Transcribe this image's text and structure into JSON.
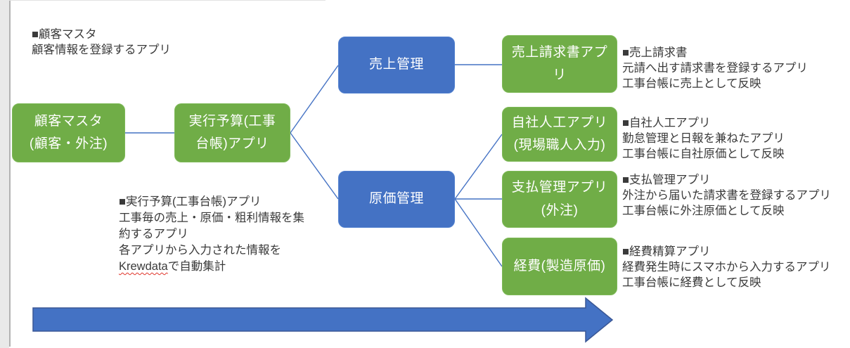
{
  "diagram_title": "kintone construction apps relationship diagram",
  "colors": {
    "node_green": "#70ad47",
    "node_blue": "#4472c4",
    "connector_blue": "#4472c4",
    "arrow_fill": "#4472c4",
    "arrow_border": "#3a5795",
    "note_text": "#3a3a3a",
    "spellcheck_underline": "#e0352b"
  },
  "nodes": {
    "customer_master": {
      "label": "顧客マスタ\n(顧客・外注)"
    },
    "budget_app": {
      "label": "実行予算(工事\n台帳)アプリ"
    },
    "sales_mgmt": {
      "label": "売上管理"
    },
    "cost_mgmt": {
      "label": "原価管理"
    },
    "sales_invoice": {
      "label": "売上請求書アプ\nリ"
    },
    "labor_app": {
      "label": "自社人工アプリ\n(現場職人入力)"
    },
    "payment_app": {
      "label": "支払管理アプリ\n(外注)"
    },
    "expense": {
      "label": "経費(製造原価)"
    }
  },
  "notes": {
    "customer": {
      "lines": [
        "■顧客マスタ",
        "顧客情報を登録するアプリ"
      ]
    },
    "budget": {
      "lines": [
        "■実行予算(工事台帳)アプリ",
        "工事毎の売上・原価・粗利情報を集",
        "約するアプリ",
        "各アプリから入力された情報を"
      ],
      "krewdata_word": "Krewdata",
      "krewdata_rest": "で自動集計"
    },
    "sales_invoice": {
      "lines": [
        "■売上請求書",
        "元請へ出す請求書を登録するアプリ",
        "工事台帳に売上として反映"
      ]
    },
    "labor": {
      "lines": [
        "■自社人工アプリ",
        "勤怠管理と日報を兼ねたアプリ",
        "工事台帳に自社原価として反映"
      ]
    },
    "payment": {
      "lines": [
        "■支払管理アプリ",
        "外注から届いた請求書を登録するアプリ",
        "工事台帳に外注原価として反映"
      ]
    },
    "expense": {
      "lines": [
        "■経費精算アプリ",
        "経費発生時にスマホから入力するアプリ",
        "工事台帳に経費として反映"
      ]
    }
  }
}
